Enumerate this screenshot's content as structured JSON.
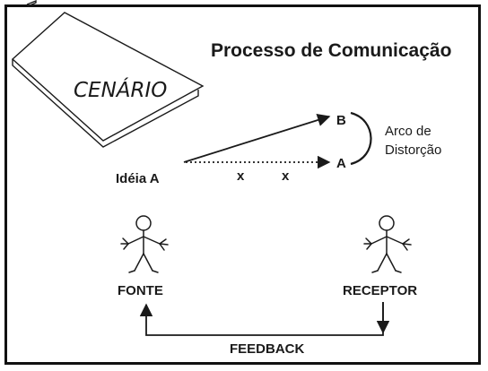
{
  "title": "Processo de Comunicação",
  "scenario_label": "CENÁRIO",
  "idea_label": "Idéia A",
  "point_b": "B",
  "point_a": "A",
  "arc_label_line1": "Arco de",
  "arc_label_line2": "Distorção",
  "noise_marks": [
    "x",
    "x"
  ],
  "source_label": "FONTE",
  "receiver_label": "RECEPTOR",
  "feedback_label": "FEEDBACK",
  "colors": {
    "ink": "#1a1a1a",
    "frame": "#111111",
    "background": "#ffffff"
  }
}
